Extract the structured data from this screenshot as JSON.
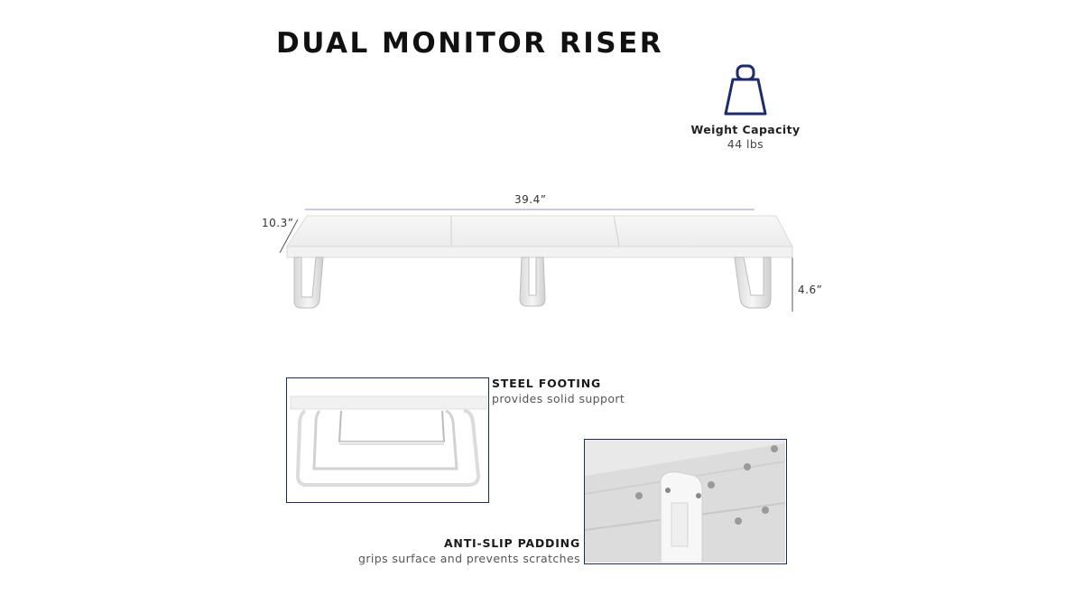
{
  "title": "DUAL MONITOR RISER",
  "weight": {
    "icon": "weight-icon",
    "label": "Weight Capacity",
    "value": "44 lbs",
    "icon_color": "#1e2a6b"
  },
  "dimensions": {
    "width": "39.4”",
    "depth": "10.3”",
    "height": "4.6”"
  },
  "features": [
    {
      "heading": "STEEL FOOTING",
      "description": "provides solid support"
    },
    {
      "heading": "ANTI-SLIP PADDING",
      "description": "grips surface and prevents scratches"
    }
  ],
  "colors": {
    "frame_border": "#1e2a5a",
    "dimension_line": "#b8b8d8"
  }
}
